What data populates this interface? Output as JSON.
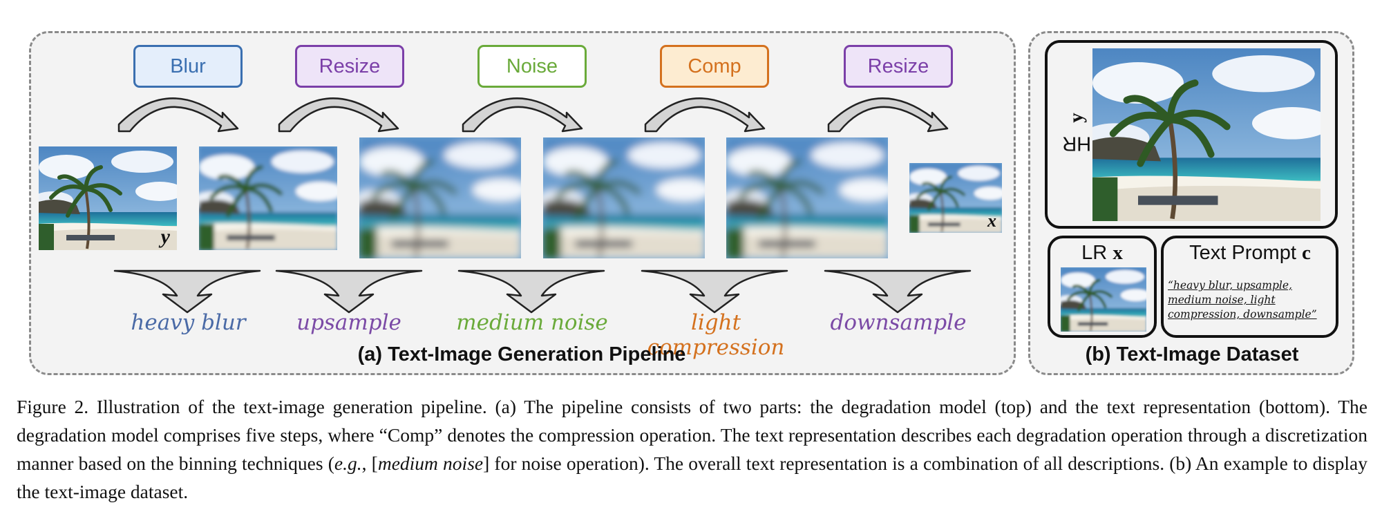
{
  "figure": {
    "panel_a": {
      "title": "(a) Text-Image Generation Pipeline",
      "operations": [
        {
          "label": "Blur",
          "color": "#3a6fb0",
          "fill": "#e4eefb"
        },
        {
          "label": "Resize",
          "color": "#7b3fa8",
          "fill": "#eee4f8"
        },
        {
          "label": "Noise",
          "color": "#6aaa3a",
          "fill": "#ffffff"
        },
        {
          "label": "Comp",
          "color": "#d4711e",
          "fill": "#fdecd1"
        },
        {
          "label": "Resize",
          "color": "#7b3fa8",
          "fill": "#eee4f8"
        }
      ],
      "descriptions": [
        {
          "text": "heavy blur",
          "color": "#4a6aa6"
        },
        {
          "text": "upsample",
          "color": "#7b4aa6"
        },
        {
          "text": "medium noise",
          "color": "#6aaa3a"
        },
        {
          "text": "light compression",
          "color": "#d4711e"
        },
        {
          "text": "downsample",
          "color": "#7b4aa6"
        }
      ],
      "input_symbol": "y",
      "output_symbol": "x"
    },
    "panel_b": {
      "title": "(b) Text-Image Dataset",
      "hr_label": "HR",
      "hr_symbol": "y",
      "lr_label": "LR",
      "lr_symbol": "x",
      "prompt_label": "Text Prompt",
      "prompt_symbol": "c",
      "prompt_text": "“heavy blur, upsample, medium noise, light compression, downsample”"
    }
  },
  "caption": {
    "p1": "Figure 2. Illustration of the text-image generation pipeline. (a) The pipeline consists of two parts: the degradation model (top) and the text representation (bottom). The degradation model comprises five steps, where “Comp” denotes the compression operation. The text representation describes each degradation operation through a discretization manner based on the binning techniques (",
    "eg": "e.g.",
    "p2": ", [",
    "mn": "medium noise",
    "p3": "] for noise operation). The overall text representation is a combination of all descriptions. (b) An example to display the text-image dataset."
  }
}
